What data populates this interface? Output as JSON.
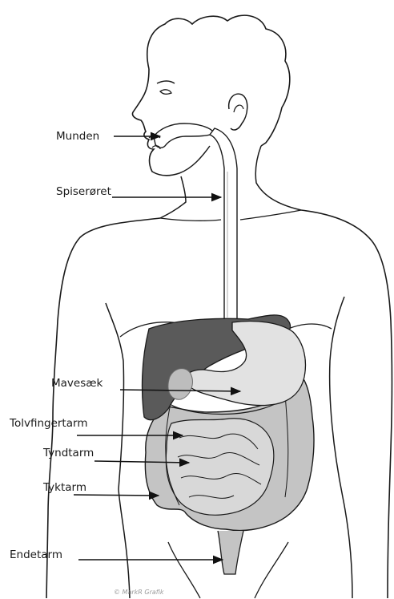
{
  "labels": {
    "munden": "Munden",
    "spiseroret": "Spiserøret",
    "mavesaek": "Mavesæk",
    "tolvfingertarm": "Tolvfingertarm",
    "tyndtarm": "Tyndtarm",
    "tyktarm": "Tyktarm",
    "endetarm": "Endetarm"
  },
  "credit": "© MarkR Grafik",
  "colors": {
    "outline": "#1a1a1a",
    "liver": "#5a5a5a",
    "stomach": "#d6d6d6",
    "intestine": "#c4c4c4",
    "esophagus": "#ffffff",
    "arrow": "#111111"
  }
}
